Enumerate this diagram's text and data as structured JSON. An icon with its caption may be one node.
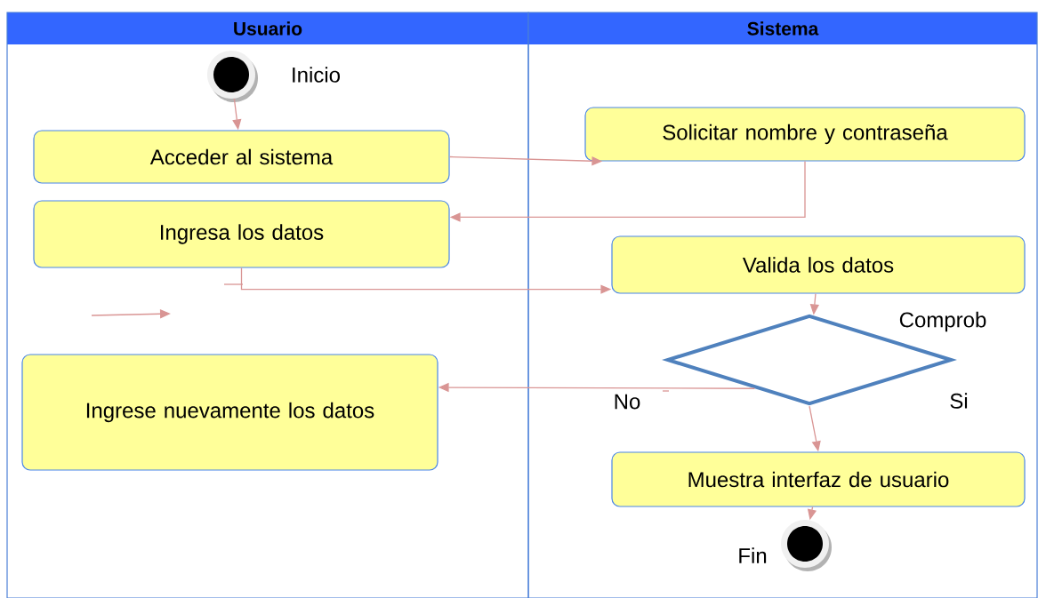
{
  "diagram": {
    "nodes": [
      {
        "text": [
          "Usuario"
        ]
      },
      {
        "text": [
          "Sistema"
        ]
      },
      {
        "text": [],
        "shape": "circle",
        "in": 0,
        "beside": [
          "Inicio"
        ]
      },
      {
        "text": [
          "Acceder al sistema"
        ],
        "in": 0
      },
      {
        "text": [
          "Solicitar nombre y contraseña"
        ],
        "in": 1
      },
      {
        "text": [
          "Ingresa los datos"
        ],
        "in": 0
      },
      {
        "text": [
          "Valida los datos"
        ],
        "in": 1
      },
      {
        "text": [],
        "shape": "diamond",
        "in": 1,
        "beside": [
          "Comprob",
          "Si"
        ]
      },
      {
        "text": [
          "Ingrese nuevamente los datos"
        ],
        "in": 0
      },
      {
        "text": [
          "Muestra interfaz de usuario"
        ],
        "in": 1
      },
      {
        "text": [],
        "shape": "circle",
        "in": 1,
        "beside": [
          "Fin"
        ]
      }
    ],
    "edges": [
      {
        "from": 2,
        "to": 3,
        "arrow": "to"
      },
      {
        "from": 3,
        "to": 4,
        "arrow": "to"
      },
      {
        "from": 4,
        "to": 5,
        "arrow": "to"
      },
      {
        "from": 5,
        "to": 6,
        "arrow": "to"
      },
      {
        "from": 6,
        "to": 7,
        "arrow": "to"
      },
      {
        "from": 7,
        "to": 8,
        "arrow": "to",
        "label": "No"
      },
      {
        "from": 7,
        "to": 9,
        "arrow": "to"
      },
      {
        "from": 9,
        "to": 10,
        "arrow": "to"
      }
    ]
  }
}
